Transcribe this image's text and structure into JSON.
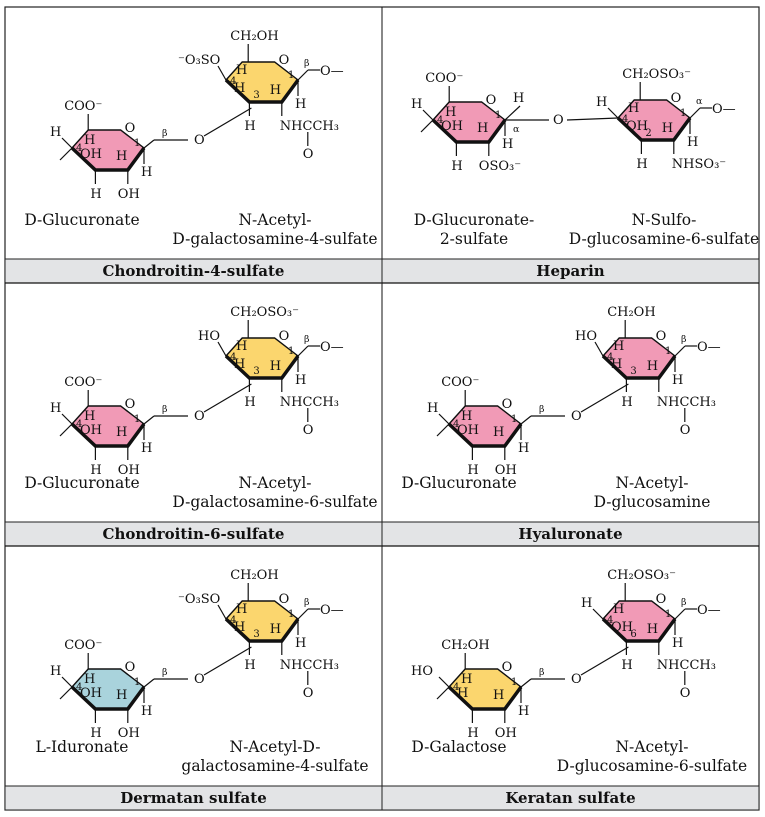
{
  "colors": {
    "pink": "#f19ab6",
    "yellow": "#fbd66e",
    "blue": "#a9d3dc",
    "caption_bg": "#e3e4e6",
    "line": "#111111"
  },
  "panels": [
    {
      "caption": "Chondroitin-4-sulfate",
      "left_name": [
        "D-Glucuronate"
      ],
      "right_name": [
        "N-Acetyl-",
        "D-galactosamine-4-sulfate"
      ],
      "left_color": "pink",
      "right_color": "yellow",
      "left": {
        "c6": "COO⁻",
        "left_h": "H",
        "h4": "H",
        "oh3": "OH",
        "h2": "H",
        "h1": "H",
        "h3": "H",
        "oh2": "OH",
        "num": "1"
      },
      "right": {
        "top": "CH₂OH",
        "sub4": "⁻O₃SO",
        "h4a": "H",
        "h3": "H",
        "num4": "4",
        "num3": "3",
        "h1": "H",
        "h2": "H",
        "num1": "1",
        "h_low": "H",
        "nh": "NHCCH₃",
        "o": "O"
      },
      "link1": "β",
      "link2": "β",
      "ring_o": "O",
      "bridge_o": "O",
      "tail": "O—"
    },
    {
      "caption": "Heparin",
      "left_name": [
        "D-Glucuronate-",
        "2-sulfate"
      ],
      "right_name": [
        "N-Sulfo-",
        "D-glucosamine-6-sulfate"
      ],
      "left_color": "pink",
      "right_color": "pink",
      "left": {
        "c6": "COO⁻",
        "left_h": "H",
        "h4": "H",
        "oh3": "OH",
        "h2": "H",
        "h1": "H",
        "h3": "H",
        "oh2": "OSO₃⁻",
        "num": "1"
      },
      "right": {
        "top": "CH₂OSO₃⁻",
        "sub4": "",
        "h4a": "H",
        "h3": "OH",
        "num4": "4",
        "num3": "2",
        "h1": "H",
        "h2": "H",
        "num1": "1",
        "h_low": "H",
        "nh": "NHSO₃⁻",
        "o": ""
      },
      "link1": "α",
      "link2": "α",
      "ring_o": "O",
      "bridge_o": "O",
      "tail": "O—"
    },
    {
      "caption": "Chondroitin-6-sulfate",
      "left_name": [
        "D-Glucuronate"
      ],
      "right_name": [
        "N-Acetyl-",
        "D-galactosamine-6-sulfate"
      ],
      "left_color": "pink",
      "right_color": "yellow",
      "left": {
        "c6": "COO⁻",
        "left_h": "H",
        "h4": "H",
        "oh3": "OH",
        "h2": "H",
        "h1": "H",
        "h3": "H",
        "oh2": "OH",
        "num": "1"
      },
      "right": {
        "top": "CH₂OSO₃⁻",
        "sub4": "HO",
        "h4a": "H",
        "h3": "H",
        "num4": "4",
        "num3": "3",
        "h1": "H",
        "h2": "H",
        "num1": "1",
        "h_low": "H",
        "nh": "NHCCH₃",
        "o": "O"
      },
      "link1": "β",
      "link2": "β",
      "ring_o": "O",
      "bridge_o": "O",
      "tail": "O—"
    },
    {
      "caption": "Hyaluronate",
      "left_name": [
        "D-Glucuronate"
      ],
      "right_name": [
        "N-Acetyl-",
        "D-glucosamine"
      ],
      "left_color": "pink",
      "right_color": "pink",
      "left": {
        "c6": "COO⁻",
        "left_h": "H",
        "h4": "H",
        "oh3": "OH",
        "h2": "H",
        "h1": "H",
        "h3": "H",
        "oh2": "OH",
        "num": "1"
      },
      "right": {
        "top": "CH₂OH",
        "sub4": "HO",
        "h4a": "H",
        "h3": "H",
        "num4": "4",
        "num3": "3",
        "h1": "H",
        "h2": "H",
        "num1": "1",
        "h_low": "H",
        "nh": "NHCCH₃",
        "o": "O"
      },
      "link1": "β",
      "link2": "β",
      "ring_o": "O",
      "bridge_o": "O",
      "tail": "O—"
    },
    {
      "caption": "Dermatan sulfate",
      "left_name": [
        "L-Iduronate"
      ],
      "right_name": [
        "N-Acetyl-D-",
        "galactosamine-4-sulfate"
      ],
      "left_color": "blue",
      "right_color": "yellow",
      "left": {
        "c6": "COO⁻",
        "left_h": "H",
        "h4": "H",
        "oh3": "OH",
        "h2": "H",
        "h1": "H",
        "h3": "H",
        "oh2": "OH",
        "num": "1"
      },
      "right": {
        "top": "CH₂OH",
        "sub4": "⁻O₃SO",
        "h4a": "H",
        "h3": "H",
        "num4": "4",
        "num3": "3",
        "h1": "H",
        "h2": "H",
        "num1": "1",
        "h_low": "H",
        "nh": "NHCCH₃",
        "o": "O"
      },
      "link1": "β",
      "link2": "β",
      "ring_o": "O",
      "bridge_o": "O",
      "tail": "O—"
    },
    {
      "caption": "Keratan sulfate",
      "left_name": [
        "D-Galactose"
      ],
      "right_name": [
        "N-Acetyl-",
        "D-glucosamine-6-sulfate"
      ],
      "left_color": "yellow",
      "right_color": "pink",
      "left": {
        "c6": "CH₂OH",
        "left_h": "HO",
        "h4": "H",
        "oh3": "H",
        "h2": "H",
        "h1": "H",
        "h3": "H",
        "oh2": "OH",
        "num": "1"
      },
      "right": {
        "top": "CH₂OSO₃⁻",
        "sub4": "",
        "h4a": "H",
        "h3": "OH",
        "num4": "4",
        "num3": "6",
        "h1": "H",
        "h2": "H",
        "num1": "1",
        "h_low": "H",
        "nh": "NHCCH₃",
        "o": "O"
      },
      "link1": "β",
      "link2": "β",
      "ring_o": "O",
      "bridge_o": "O",
      "tail": "O—"
    }
  ]
}
